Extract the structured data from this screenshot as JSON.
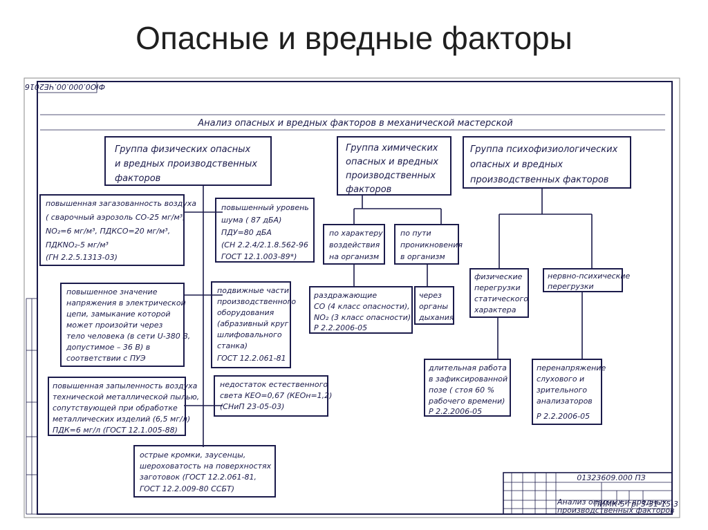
{
  "slide_title": "Опасные и вредные факторы",
  "sheet": {
    "rotated_code": "ФЮ0.000.00.ЧЕ2016",
    "title": "Анализ опасных и вредных факторов в механической мастерской"
  },
  "groups": {
    "physical": [
      "Группа физических опасных",
      "и вредных производственных",
      "факторов"
    ],
    "chemical": [
      "Группа химических",
      "опасных и вредных",
      "производственных",
      "факторов"
    ],
    "psycho": [
      "Группа психофизиологических",
      "опасных и вредных",
      "производственных факторов"
    ]
  },
  "physical_factors": {
    "air_gas": [
      "повышенная загазованность воздуха",
      "( сварочный аэрозоль CO-25 мг/м³,",
      "NO₂=6 мг/м³, ПДКCO=20 мг/м³,",
      "ПДКNO₂-5 мг/м³",
      "(ГН 2.2.5.1313-03)"
    ],
    "noise": [
      "повышенный уровень",
      "шума ( 87 дБА)",
      "ПДУ=80 дБА",
      "(СН 2.2.4/2.1.8.562-96",
      "ГОСТ 12.1.003-89*)"
    ],
    "voltage": [
      "повышенное значение",
      "напряжения в электрической",
      "цепи, замыкание которой",
      "может произойти через",
      "тело человека (в сети U-380 В,",
      "допустимое – 36 В) в",
      "соответствии с ПУЭ"
    ],
    "moving_parts": [
      "подвижные части",
      "производственного",
      "оборудования",
      "(абразивный круг",
      "шлифовального",
      "станка)",
      "ГОСТ 12.2.061-81"
    ],
    "dust": [
      "повышенная запыленность воздуха",
      "технической металлической пылью,",
      "сопутствующей при обработке",
      "металлических изделий (6,5 мг/л)",
      "ПДК=6 мг/л (ГОСТ 12.1.005-88)"
    ],
    "light": [
      "недостаток естественного",
      "света КЕО=0,67 (КЕОн=1,2)",
      "(СНиП 23-05-03)"
    ],
    "edges": [
      "острые кромки, заусенцы,",
      "шероховатость на поверхностях",
      "заготовок (ГОСТ 12.2.061-81,",
      "ГОСТ 12.2.009-80 ССБТ)"
    ]
  },
  "chemical_factors": {
    "by_impact": [
      "по характеру",
      "воздействия",
      "на организм"
    ],
    "by_route": [
      "по пути",
      "проникновения",
      "в организм"
    ],
    "irritants": [
      "раздражающие",
      "CO (4 класс опасности),",
      "NO₂ (3 класс опасности)",
      "Р 2.2.2006-05"
    ],
    "respiratory": [
      "через",
      "органы",
      "дыхания"
    ]
  },
  "psycho_factors": {
    "physical_overload": [
      "физические",
      "перегрузки",
      "статического",
      "характера"
    ],
    "neuro_overload": [
      "нервно-психические",
      "перегрузки"
    ],
    "posture": [
      "длительная работа",
      "в зафиксированной",
      "позе ( стоя 60 %",
      "рабочего времени)",
      "Р 2.2.2006-05"
    ],
    "eye_strain": [
      "перенапряжение",
      "слухового и",
      "зрительного",
      "анализаторов",
      "Р 2.2.2006-05"
    ]
  },
  "stamp": {
    "doc_code": "01323609.000 ПЗ",
    "doc_title": [
      "Анализ опасных и вредных",
      "производственных факторов"
    ],
    "org": [
      "ПИМК-5 гр. 3-31-15-3"
    ]
  }
}
